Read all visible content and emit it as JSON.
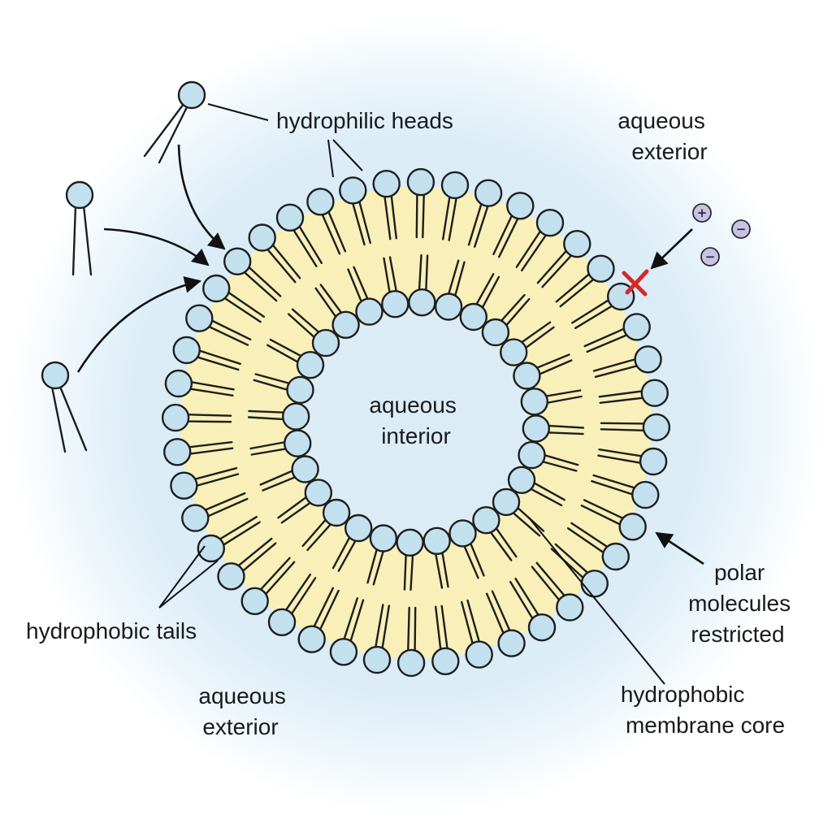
{
  "labels": {
    "hydrophilic_heads": "hydrophilic heads",
    "aqueous_exterior_top": [
      "aqueous",
      "exterior"
    ],
    "aqueous_interior": [
      "aqueous",
      "interior"
    ],
    "hydrophobic_tails": "hydrophobic tails",
    "aqueous_exterior_bottom": [
      "aqueous",
      "exterior"
    ],
    "polar_molecules_restricted": [
      "polar",
      "molecules",
      "restricted"
    ],
    "hydrophobic_membrane_core": [
      "hydrophobic",
      "membrane core"
    ]
  },
  "ions": [
    {
      "sign": "+",
      "color": "#c9c2e0"
    },
    {
      "sign": "−",
      "color": "#c9c2e0"
    },
    {
      "sign": "−",
      "color": "#c9c2e0"
    }
  ],
  "colors": {
    "head_fill": "#c3e0ef",
    "core_fill": "#f8f0b8",
    "background_glow": "#d4e9f5",
    "block_mark": "#d62828",
    "outline": "#1e1e1e"
  },
  "bilayer": {
    "outer_heads": 44,
    "inner_heads": 28
  }
}
